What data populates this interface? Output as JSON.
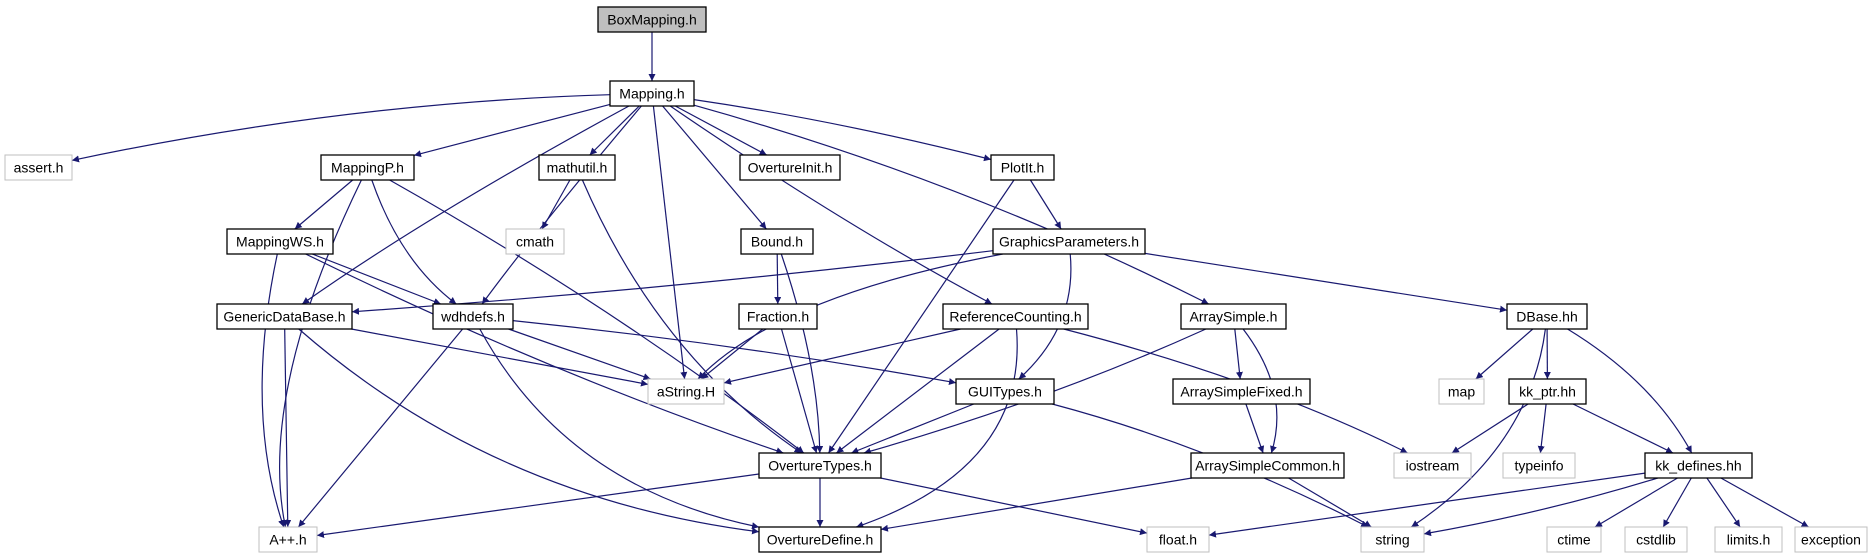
{
  "graph": {
    "colors": {
      "edge": "#191970",
      "root_fill": "#bfbfbf",
      "node_border": "#000000",
      "external_border": "#bfbfbf",
      "text": "#000000"
    },
    "nodes": [
      {
        "id": "BoxMapping",
        "label": "BoxMapping.h",
        "kind": "root"
      },
      {
        "id": "Mapping",
        "label": "Mapping.h",
        "kind": "header"
      },
      {
        "id": "assert",
        "label": "assert.h",
        "kind": "external"
      },
      {
        "id": "MappingP",
        "label": "MappingP.h",
        "kind": "header"
      },
      {
        "id": "mathutil",
        "label": "mathutil.h",
        "kind": "header"
      },
      {
        "id": "OvertureInit",
        "label": "OvertureInit.h",
        "kind": "header"
      },
      {
        "id": "PlotIt",
        "label": "PlotIt.h",
        "kind": "header"
      },
      {
        "id": "cmath",
        "label": "cmath",
        "kind": "external"
      },
      {
        "id": "MappingWS",
        "label": "MappingWS.h",
        "kind": "header"
      },
      {
        "id": "Bound",
        "label": "Bound.h",
        "kind": "header"
      },
      {
        "id": "GraphicsParameters",
        "label": "GraphicsParameters.h",
        "kind": "header"
      },
      {
        "id": "GenericDataBase",
        "label": "GenericDataBase.h",
        "kind": "header"
      },
      {
        "id": "wdhdefs",
        "label": "wdhdefs.h",
        "kind": "header"
      },
      {
        "id": "Fraction",
        "label": "Fraction.h",
        "kind": "header"
      },
      {
        "id": "ReferenceCounting",
        "label": "ReferenceCounting.h",
        "kind": "header"
      },
      {
        "id": "ArraySimple",
        "label": "ArraySimple.h",
        "kind": "header"
      },
      {
        "id": "DBase",
        "label": "DBase.hh",
        "kind": "header"
      },
      {
        "id": "aString",
        "label": "aString.H",
        "kind": "external"
      },
      {
        "id": "GUITypes",
        "label": "GUITypes.h",
        "kind": "header"
      },
      {
        "id": "ArraySimpleFixed",
        "label": "ArraySimpleFixed.h",
        "kind": "header"
      },
      {
        "id": "map",
        "label": "map",
        "kind": "external"
      },
      {
        "id": "kk_ptr",
        "label": "kk_ptr.hh",
        "kind": "header"
      },
      {
        "id": "OvertureTypes",
        "label": "OvertureTypes.h",
        "kind": "header"
      },
      {
        "id": "ArraySimpleCommon",
        "label": "ArraySimpleCommon.h",
        "kind": "header"
      },
      {
        "id": "iostream",
        "label": "iostream",
        "kind": "external"
      },
      {
        "id": "typeinfo",
        "label": "typeinfo",
        "kind": "external"
      },
      {
        "id": "kk_defines",
        "label": "kk_defines.hh",
        "kind": "header"
      },
      {
        "id": "Aplusplus",
        "label": "A++.h",
        "kind": "external"
      },
      {
        "id": "OvertureDefine",
        "label": "OvertureDefine.h",
        "kind": "header"
      },
      {
        "id": "float",
        "label": "float.h",
        "kind": "external"
      },
      {
        "id": "string",
        "label": "string",
        "kind": "external"
      },
      {
        "id": "ctime",
        "label": "ctime",
        "kind": "external"
      },
      {
        "id": "cstdlib",
        "label": "cstdlib",
        "kind": "external"
      },
      {
        "id": "limits",
        "label": "limits.h",
        "kind": "external"
      },
      {
        "id": "exception",
        "label": "exception",
        "kind": "external"
      }
    ],
    "edges": [
      [
        "BoxMapping",
        "Mapping"
      ],
      [
        "Mapping",
        "assert"
      ],
      [
        "Mapping",
        "MappingP"
      ],
      [
        "Mapping",
        "mathutil"
      ],
      [
        "Mapping",
        "OvertureInit"
      ],
      [
        "Mapping",
        "PlotIt"
      ],
      [
        "Mapping",
        "GenericDataBase"
      ],
      [
        "Mapping",
        "wdhdefs"
      ],
      [
        "Mapping",
        "aString"
      ],
      [
        "Mapping",
        "Bound"
      ],
      [
        "Mapping",
        "ReferenceCounting"
      ],
      [
        "Mapping",
        "ArraySimple"
      ],
      [
        "MappingP",
        "MappingWS"
      ],
      [
        "MappingP",
        "wdhdefs"
      ],
      [
        "MappingP",
        "OvertureTypes"
      ],
      [
        "MappingP",
        "Aplusplus"
      ],
      [
        "mathutil",
        "cmath"
      ],
      [
        "mathutil",
        "OvertureTypes"
      ],
      [
        "PlotIt",
        "GraphicsParameters"
      ],
      [
        "PlotIt",
        "OvertureTypes"
      ],
      [
        "MappingWS",
        "wdhdefs"
      ],
      [
        "MappingWS",
        "OvertureTypes"
      ],
      [
        "MappingWS",
        "Aplusplus"
      ],
      [
        "Bound",
        "Fraction"
      ],
      [
        "Bound",
        "OvertureTypes"
      ],
      [
        "GraphicsParameters",
        "GenericDataBase"
      ],
      [
        "GraphicsParameters",
        "aString"
      ],
      [
        "GraphicsParameters",
        "GUITypes"
      ],
      [
        "GraphicsParameters",
        "DBase"
      ],
      [
        "GenericDataBase",
        "aString"
      ],
      [
        "GenericDataBase",
        "Aplusplus"
      ],
      [
        "GenericDataBase",
        "OvertureDefine"
      ],
      [
        "wdhdefs",
        "aString"
      ],
      [
        "wdhdefs",
        "GUITypes"
      ],
      [
        "wdhdefs",
        "Aplusplus"
      ],
      [
        "wdhdefs",
        "OvertureDefine"
      ],
      [
        "Fraction",
        "aString"
      ],
      [
        "Fraction",
        "OvertureTypes"
      ],
      [
        "ReferenceCounting",
        "aString"
      ],
      [
        "ReferenceCounting",
        "OvertureTypes"
      ],
      [
        "ReferenceCounting",
        "OvertureDefine"
      ],
      [
        "ReferenceCounting",
        "iostream"
      ],
      [
        "ArraySimple",
        "ArraySimpleFixed"
      ],
      [
        "ArraySimple",
        "ArraySimpleCommon"
      ],
      [
        "ArraySimple",
        "OvertureTypes"
      ],
      [
        "DBase",
        "map"
      ],
      [
        "DBase",
        "kk_ptr"
      ],
      [
        "DBase",
        "kk_defines"
      ],
      [
        "DBase",
        "string"
      ],
      [
        "GUITypes",
        "OvertureTypes"
      ],
      [
        "GUITypes",
        "string"
      ],
      [
        "ArraySimpleFixed",
        "ArraySimpleCommon"
      ],
      [
        "kk_ptr",
        "iostream"
      ],
      [
        "kk_ptr",
        "typeinfo"
      ],
      [
        "kk_ptr",
        "kk_defines"
      ],
      [
        "OvertureTypes",
        "Aplusplus"
      ],
      [
        "OvertureTypes",
        "OvertureDefine"
      ],
      [
        "OvertureTypes",
        "float"
      ],
      [
        "ArraySimpleCommon",
        "OvertureDefine"
      ],
      [
        "ArraySimpleCommon",
        "string"
      ],
      [
        "kk_defines",
        "float"
      ],
      [
        "kk_defines",
        "string"
      ],
      [
        "kk_defines",
        "ctime"
      ],
      [
        "kk_defines",
        "cstdlib"
      ],
      [
        "kk_defines",
        "limits"
      ],
      [
        "kk_defines",
        "exception"
      ]
    ]
  }
}
